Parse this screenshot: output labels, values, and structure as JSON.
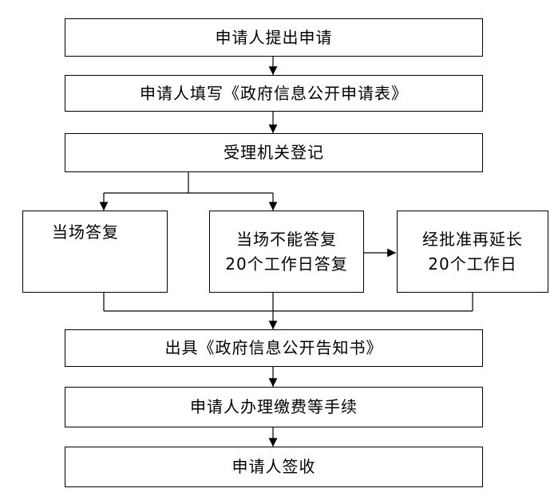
{
  "flow": {
    "step1": "申请人提出申请",
    "step2": "申请人填写《政府信息公开申请表》",
    "step3": "受理机关登记",
    "branch_immediate": "当场答复",
    "branch_deferred_line1": "当场不能答复",
    "branch_deferred_line2": "20个工作日答复",
    "branch_extend_line1": "经批准再延长",
    "branch_extend_line2": "20个工作日",
    "step4": "出具《政府信息公开告知书》",
    "step5": "申请人办理缴费等手续",
    "step6": "申请人签收"
  },
  "colors": {
    "line": "#000000",
    "box_fill": "#ffffff",
    "background": "#ffffff"
  }
}
